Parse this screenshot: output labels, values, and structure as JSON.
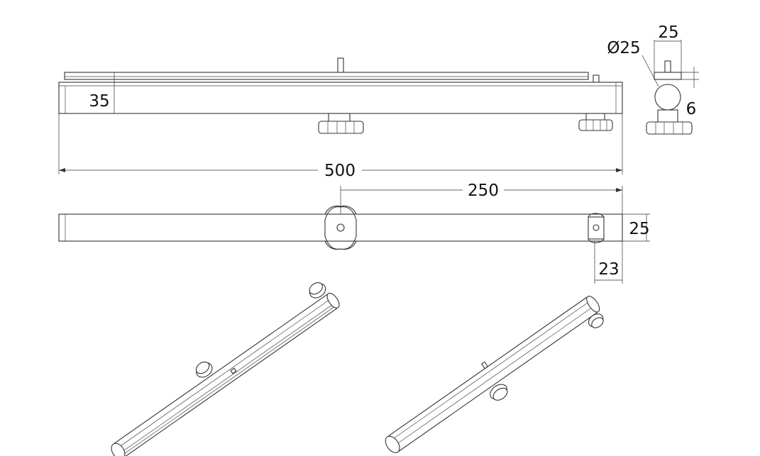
{
  "dimensions": {
    "length": "500",
    "height": "35",
    "half_length": "250",
    "width": "25",
    "end_width": "23",
    "ball_diameter": "Ø25",
    "ball_width": "25",
    "pin_height": "6"
  },
  "colors": {
    "line": "#333333",
    "background": "#ffffff"
  }
}
